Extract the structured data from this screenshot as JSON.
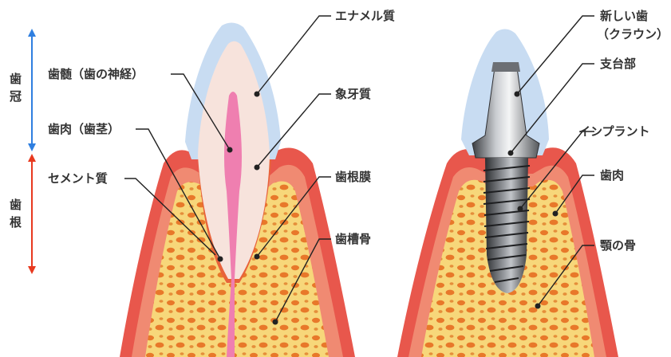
{
  "side_labels": {
    "crown": [
      "歯",
      "冠"
    ],
    "root": [
      "歯",
      "根"
    ]
  },
  "natural_tooth": {
    "labels": {
      "pulp": "歯髄（歯の神経）",
      "gum": "歯肉（歯茎）",
      "cementum": "セメント質",
      "enamel": "エナメル質",
      "dentin": "象牙質",
      "ligament": "歯根膜",
      "alveolar_bone": "歯槽骨"
    }
  },
  "implant": {
    "labels": {
      "crown_line1": "新しい歯",
      "crown_line2": "（クラウン）",
      "abutment": "支台部",
      "implant": "インプラント",
      "gum": "歯肉",
      "jawbone": "顎の骨"
    }
  },
  "colors": {
    "crown_arrow": "#2f7fe0",
    "root_arrow": "#e8391f",
    "gum_outer": "#e8574c",
    "gum_inner": "#f08a72",
    "bone": "#f7d77a",
    "bone_pores": "#e8782a",
    "enamel": "#c8dcf2",
    "dentin": "#f7e3dc",
    "pulp": "#ef7fb0",
    "metal": "#8a8d92"
  }
}
